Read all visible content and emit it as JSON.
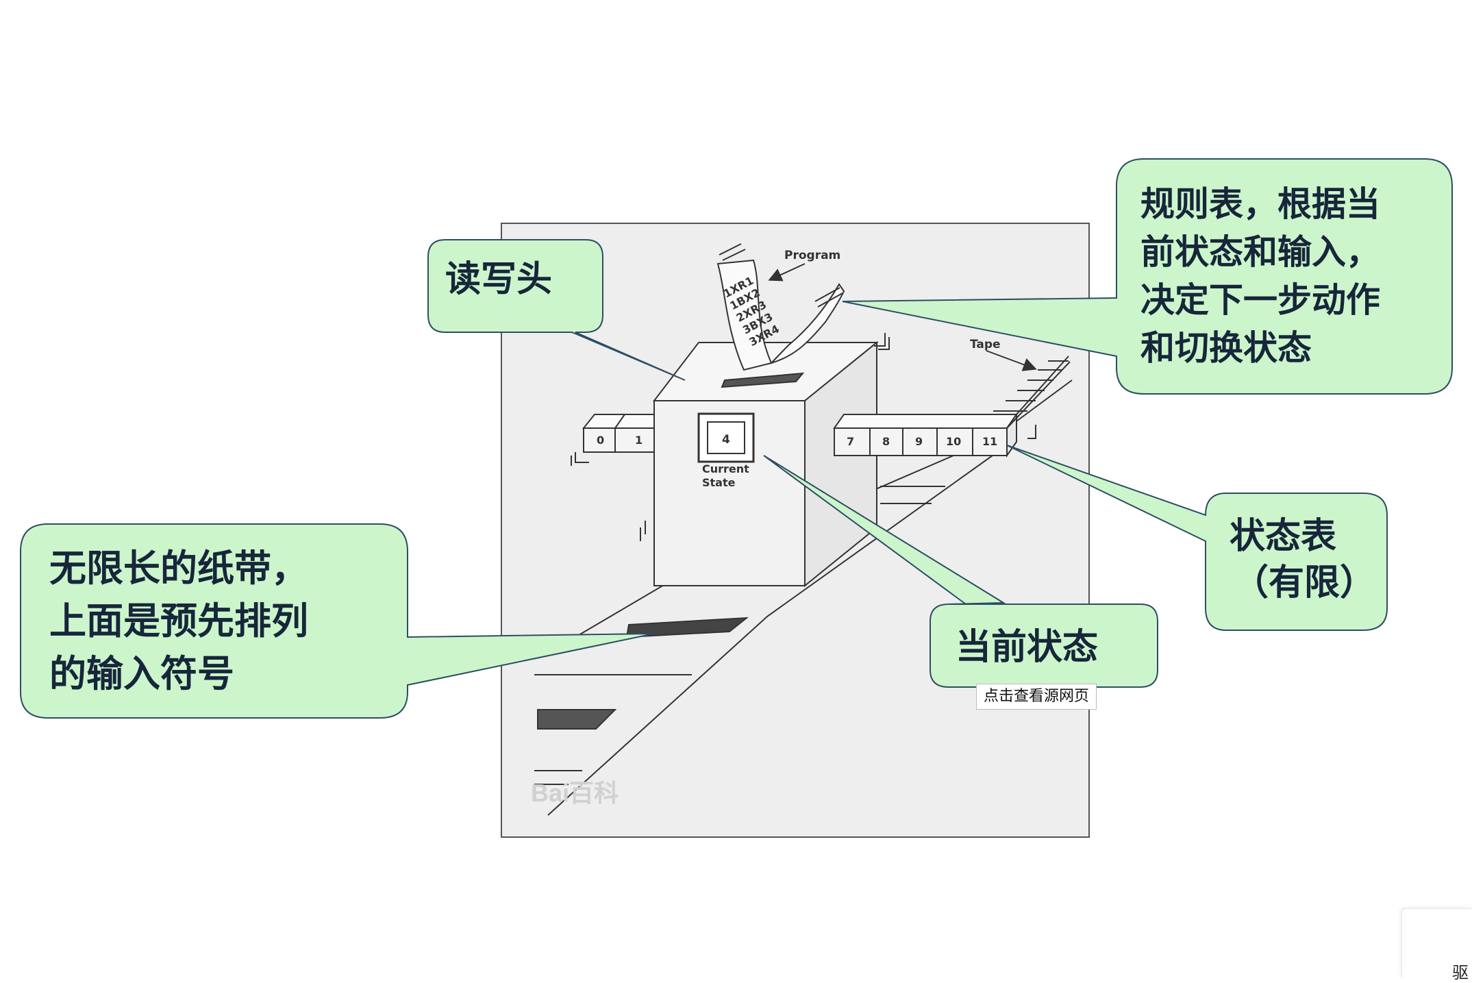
{
  "callouts": {
    "read_write_head": [
      "读写头"
    ],
    "rule_table": [
      "规则表，根据当",
      "前状态和输入，",
      "决定下一步动作",
      "和切换状态"
    ],
    "tape": [
      "无限长的纸带，",
      "上面是预先排列",
      "的输入符号"
    ],
    "current_state": [
      "当前状态"
    ],
    "state_table": [
      "状态表",
      "（有限）"
    ]
  },
  "diagram": {
    "program_label": "Program",
    "program_lines": [
      "1XR1",
      "1BX2",
      "2XR3",
      "3BX3",
      "3XR4"
    ],
    "tape_label": "Tape",
    "left_cells": [
      "0",
      "1"
    ],
    "state_value": "4",
    "current_state_label": [
      "Current",
      "State"
    ],
    "right_cells": [
      "7",
      "8",
      "9",
      "10",
      "11"
    ],
    "watermark": "Bai百科"
  },
  "source_link": "点击查看源网页",
  "corner_text": "驱",
  "colors": {
    "bubble_fill": "#ccf5cc",
    "bubble_stroke": "#2e4d63"
  }
}
